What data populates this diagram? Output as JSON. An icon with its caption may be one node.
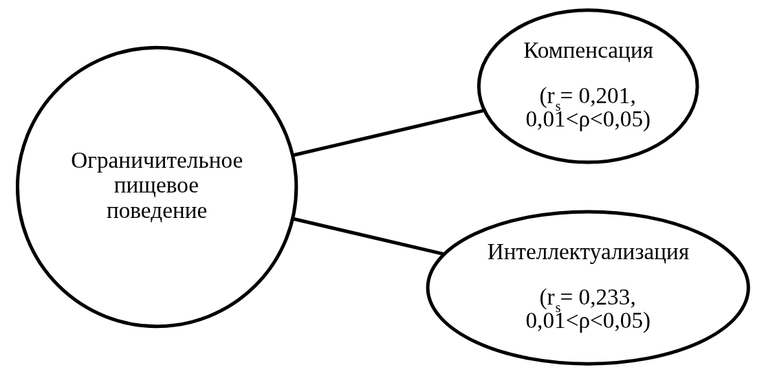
{
  "diagram": {
    "nodes": [
      {
        "text": [
          "Ограничительное пищевое поведение"
        ]
      },
      {
        "text": [
          "Компенсация",
          "(r$_{s}$= 0,201, 0,01<ρ<0,05)"
        ]
      },
      {
        "text": [
          "Интеллектуализация",
          "(r$_{s}$= 0,233, 0,01<ρ<0,05)"
        ]
      }
    ],
    "edges": [
      {
        "from": 0,
        "to": 1,
        "arrow": "none"
      },
      {
        "from": 0,
        "to": 2,
        "arrow": "none"
      }
    ]
  }
}
